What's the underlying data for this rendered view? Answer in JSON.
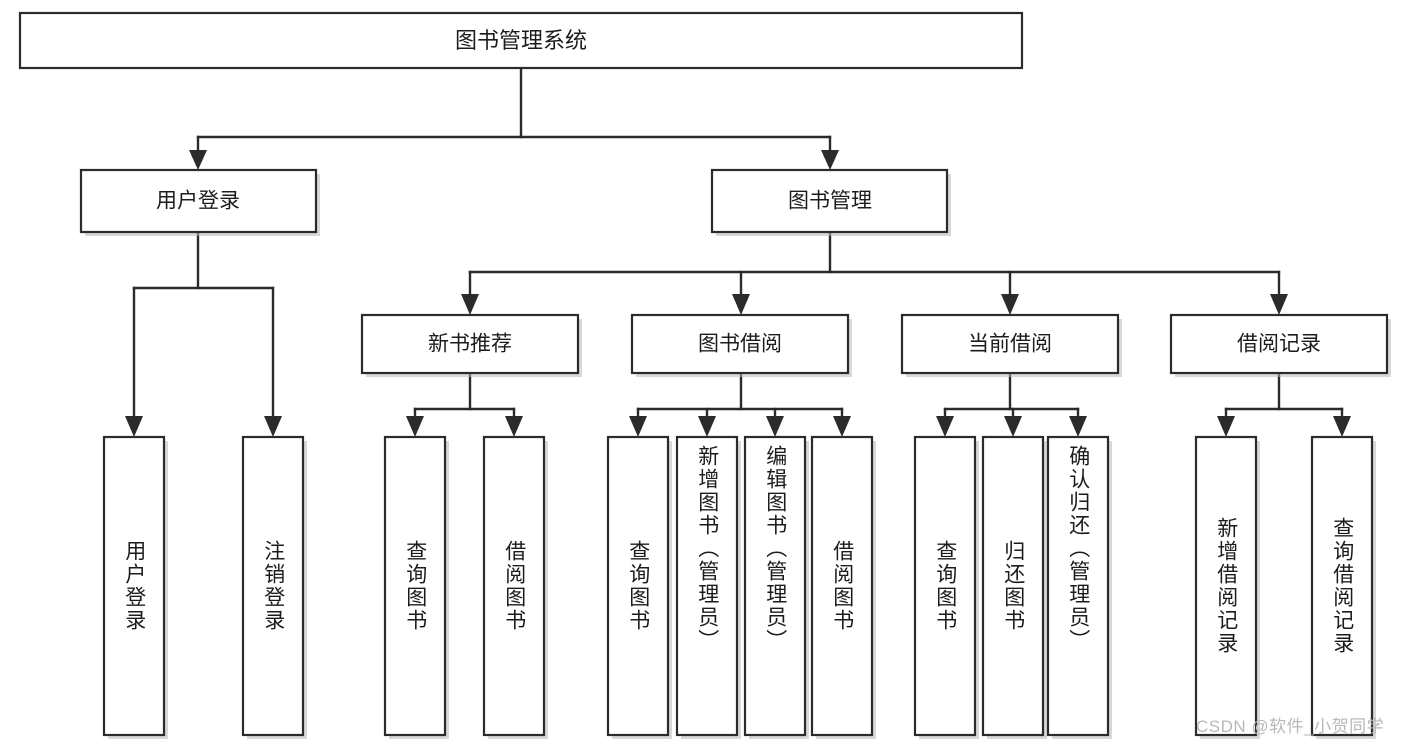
{
  "diagram": {
    "type": "tree-flowchart",
    "title": "图书管理系统",
    "watermark": "CSDN @软件_小贺同学",
    "colors": {
      "background": "#ffffff",
      "box_fill": "#ffffff",
      "box_stroke": "#2b2b2b",
      "connector": "#2b2b2b",
      "text": "#1c1c1c",
      "watermark": "#b9b9b9"
    },
    "nodes": {
      "root": {
        "id": "root",
        "label": "图书管理系统",
        "level": 0,
        "orientation": "horizontal"
      },
      "level2": [
        {
          "id": "user-login",
          "label": "用户登录",
          "level": 1,
          "orientation": "horizontal"
        },
        {
          "id": "book-management",
          "label": "图书管理",
          "level": 1,
          "orientation": "horizontal"
        }
      ],
      "level3": [
        {
          "id": "new-book-recommend",
          "label": "新书推荐",
          "level": 2,
          "orientation": "horizontal"
        },
        {
          "id": "book-borrow",
          "label": "图书借阅",
          "level": 2,
          "orientation": "horizontal"
        },
        {
          "id": "current-borrow",
          "label": "当前借阅",
          "level": 2,
          "orientation": "horizontal"
        },
        {
          "id": "borrow-record",
          "label": "借阅记录",
          "level": 2,
          "orientation": "horizontal"
        }
      ],
      "leaves": [
        {
          "id": "leaf-user-login",
          "label": "用户登录",
          "parent": "user-login",
          "orientation": "vertical"
        },
        {
          "id": "leaf-user-logout",
          "label": "注销登录",
          "parent": "user-login",
          "orientation": "vertical"
        },
        {
          "id": "leaf-query-book-1",
          "label": "查询图书",
          "parent": "new-book-recommend",
          "orientation": "vertical"
        },
        {
          "id": "leaf-borrow-book-1",
          "label": "借阅图书",
          "parent": "new-book-recommend",
          "orientation": "vertical"
        },
        {
          "id": "leaf-query-book-2",
          "label": "查询图书",
          "parent": "book-borrow",
          "orientation": "vertical"
        },
        {
          "id": "leaf-add-book",
          "label": "新增图书（管理员）",
          "parent": "book-borrow",
          "orientation": "vertical"
        },
        {
          "id": "leaf-edit-book",
          "label": "编辑图书（管理员）",
          "parent": "book-borrow",
          "orientation": "vertical"
        },
        {
          "id": "leaf-borrow-book-2",
          "label": "借阅图书",
          "parent": "book-borrow",
          "orientation": "vertical"
        },
        {
          "id": "leaf-query-book-3",
          "label": "查询图书",
          "parent": "current-borrow",
          "orientation": "vertical"
        },
        {
          "id": "leaf-return-book",
          "label": "归还图书",
          "parent": "current-borrow",
          "orientation": "vertical"
        },
        {
          "id": "leaf-confirm-return",
          "label": "确认归还（管理员）",
          "parent": "current-borrow",
          "orientation": "vertical"
        },
        {
          "id": "leaf-add-record",
          "label": "新增借阅记录",
          "parent": "borrow-record",
          "orientation": "vertical"
        },
        {
          "id": "leaf-query-record",
          "label": "查询借阅记录",
          "parent": "borrow-record",
          "orientation": "vertical"
        }
      ]
    }
  }
}
